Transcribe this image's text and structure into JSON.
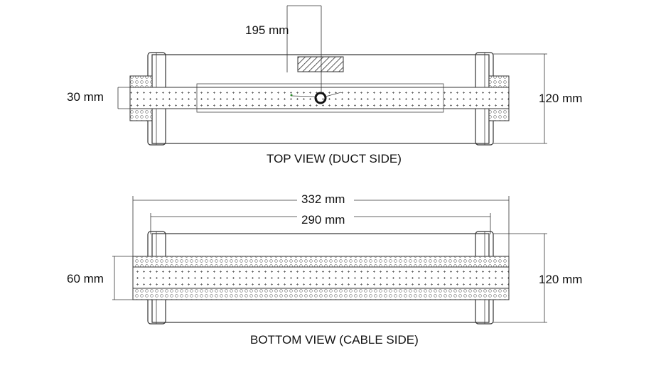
{
  "top_view": {
    "caption": "TOP VIEW (DUCT SIDE)",
    "dim_195": "195 mm",
    "dim_30": "30 mm",
    "dim_120": "120 mm"
  },
  "bottom_view": {
    "caption": "BOTTOM VIEW (CABLE SIDE)",
    "dim_332": "332 mm",
    "dim_290": "290 mm",
    "dim_60": "60 mm",
    "dim_120": "120 mm"
  }
}
